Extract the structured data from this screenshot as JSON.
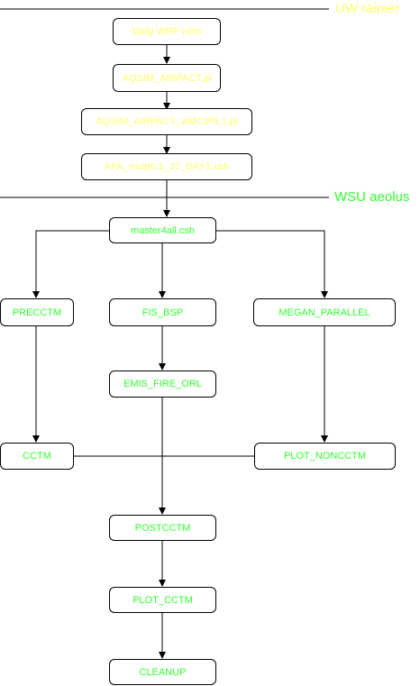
{
  "sections": {
    "uw": {
      "label": "UW rainier",
      "color": "#ffff66"
    },
    "wsu": {
      "label": "WSU aeolus",
      "color": "#33ff33"
    }
  },
  "nodes": {
    "daily_wrf": "Daily WRF runs",
    "aqsim_airpact": "AQSIM_AIRPACT.pl",
    "aqsim_mcip": "AQSIM_AIRPACT_wMCIP5.1.pl",
    "apa_mcip": "APA_mcip5.1_37_DAY1.csh",
    "master4all": "master4all.csh",
    "precctm": "PRECCTM",
    "fis_bsp": "FIS_BSP",
    "megan_parallel": "MEGAN_PARALLEL",
    "emis_fire_orl": "EMIS_FIRE_ORL",
    "cctm": "CCTM",
    "plot_noncctm": "PLOT_NONCCTM",
    "postcctm": "POSTCCTM",
    "plot_cctm": "PLOT_CCTM",
    "cleanup": "CLEANUP"
  }
}
